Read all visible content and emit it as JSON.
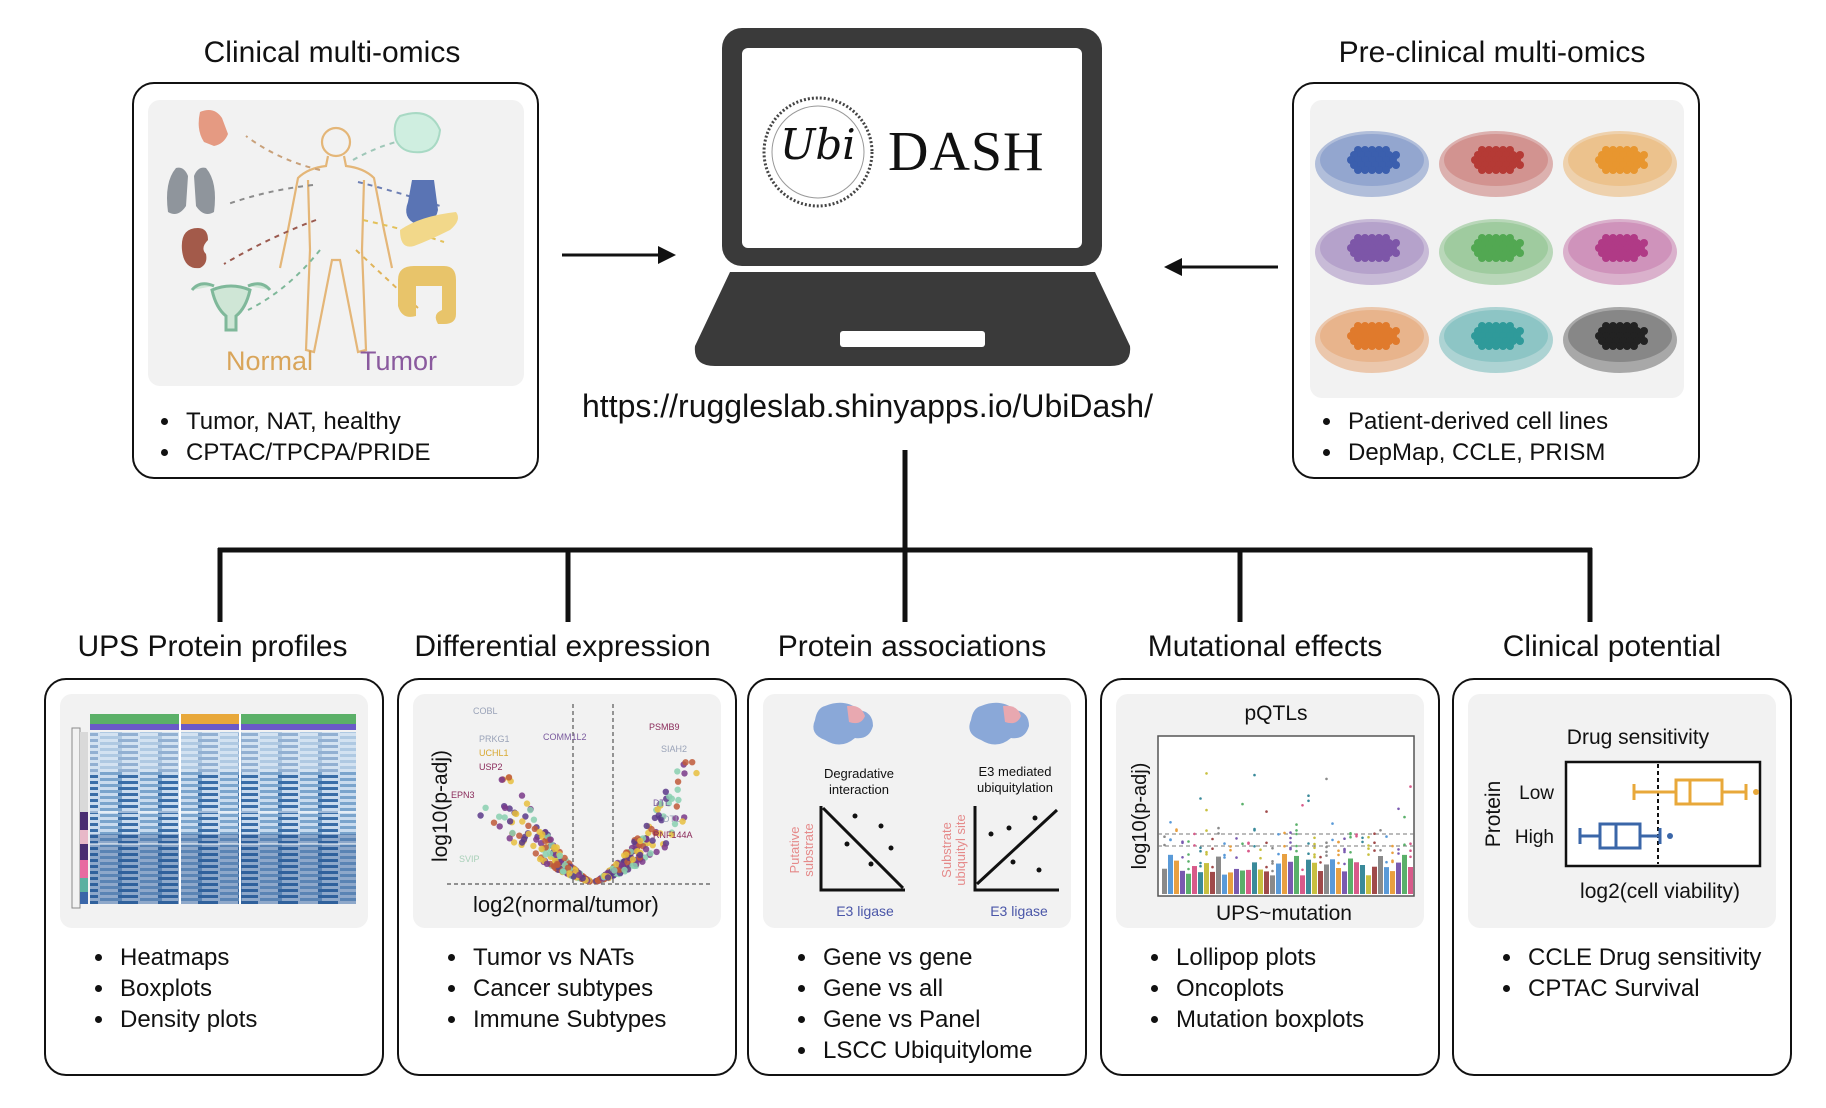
{
  "clinical": {
    "title": "Clinical multi-omics",
    "normal_label": "Normal",
    "tumor_label": "Tumor",
    "bullets": [
      "Tumor, NAT, healthy",
      "CPTAC/TPCPA/PRIDE"
    ]
  },
  "center": {
    "logo_script": "Ubi",
    "logo_text": "DASH",
    "url": "https://ruggleslab.shinyapps.io/UbiDash/"
  },
  "preclinical": {
    "title": "Pre-clinical multi-omics",
    "bullets": [
      "Patient-derived cell lines",
      "DepMap, CCLE, PRISM"
    ],
    "dish_colors": [
      "#3b5fae",
      "#b53a35",
      "#e8962f",
      "#7d56a8",
      "#52a852",
      "#b03a86",
      "#e07a2c",
      "#2f9a9a",
      "#222222"
    ]
  },
  "panels": [
    {
      "title": "UPS Protein profiles",
      "bullets": [
        "Heatmaps",
        "Boxplots",
        "Density plots"
      ]
    },
    {
      "title": "Differential expression",
      "bullets": [
        "Tumor vs NATs",
        "Cancer subtypes",
        "Immune Subtypes"
      ],
      "ylabel": "log10(p-adj)",
      "xlabel": "log2(normal/tumor)",
      "genes": [
        "COBL",
        "PRKG1",
        "UCHL1",
        "USP2",
        "EPN3",
        "SVIP",
        "COMM1L2",
        "PSMB9",
        "SIAH2",
        "DTL",
        "DTL",
        "RNF144A"
      ]
    },
    {
      "title": "Protein associations",
      "bullets": [
        "Gene vs gene",
        "Gene vs all",
        "Gene vs Panel",
        "LSCC Ubiquitylome"
      ],
      "left_caption": [
        "Degradative",
        "interaction"
      ],
      "right_caption": [
        "E3 mediated",
        "ubiquitylation"
      ],
      "left_ylabel": [
        "Putative",
        "substrate"
      ],
      "right_ylabel": [
        "Substrate",
        "ubiquityl site"
      ],
      "xlabel": "E3 ligase"
    },
    {
      "title": "Mutational effects",
      "bullets": [
        "Lollipop plots",
        "Oncoplots",
        "Mutation boxplots"
      ],
      "plot_title": "pQTLs",
      "ylabel": "log10(p-adj)",
      "xlabel": "UPS~mutation"
    },
    {
      "title": "Clinical potential",
      "bullets": [
        "CCLE Drug sensitivity",
        "CPTAC Survival"
      ],
      "plot_title": "Drug sensitivity",
      "ylabel": "Protein",
      "row_low": "Low",
      "row_high": "High",
      "xlabel": "log2(cell viability)"
    }
  ],
  "colors": {
    "normal": "#d9a55a",
    "tumor": "#8a5a9e",
    "low_box": "#e8a83a",
    "high_box": "#3a66a8",
    "assoc_ylabel": "#e58a8a",
    "assoc_xlabel": "#4a56a8"
  }
}
